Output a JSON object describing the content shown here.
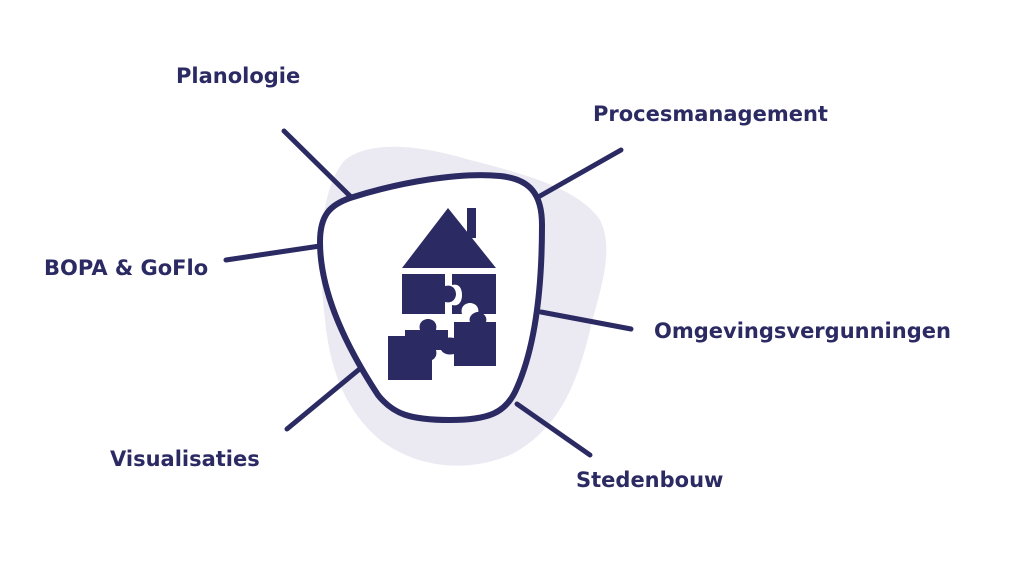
{
  "diagram": {
    "labels": {
      "planologie": "Planologie",
      "procesmanagement": "Procesmanagement",
      "bopa": "BOPA & GoFlo",
      "omgevingsvergunningen": "Omgevingsvergunningen",
      "visualisaties": "Visualisaties",
      "stedenbouw": "Stedenbouw"
    },
    "center_icon": "house-puzzle-icon",
    "colors": {
      "primary": "#2b2a63",
      "blob": "#ebeaf2",
      "background": "#ffffff"
    }
  }
}
